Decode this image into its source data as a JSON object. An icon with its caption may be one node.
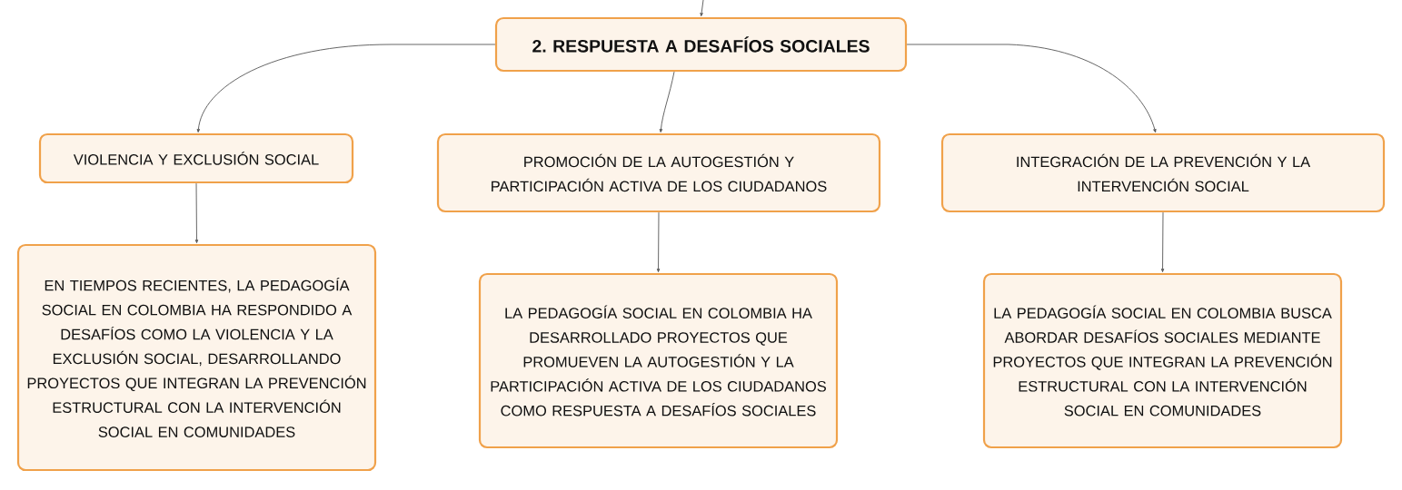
{
  "diagram": {
    "nodes": [
      {
        "text": [
          "2. RESPUESTA A DESAFÍOS SOCIALES"
        ]
      },
      {
        "text": [
          "VIOLENCIA Y EXCLUSIÓN SOCIAL"
        ]
      },
      {
        "text": [
          "PROMOCIÓN DE LA AUTOGESTIÓN Y PARTICIPACIÓN ACTIVA DE LOS CIUDADANOS"
        ]
      },
      {
        "text": [
          "INTEGRACIÓN DE LA PREVENCIÓN Y LA INTERVENCIÓN SOCIAL"
        ]
      },
      {
        "text": [
          "EN TIEMPOS RECIENTES, LA PEDAGOGÍA SOCIAL EN COLOMBIA HA RESPONDIDO A DESAFÍOS COMO LA VIOLENCIA Y LA EXCLUSIÓN SOCIAL, DESARROLLANDO PROYECTOS QUE INTEGRAN LA PREVENCIÓN ESTRUCTURAL CON LA INTERVENCIÓN SOCIAL EN COMUNIDADES"
        ]
      },
      {
        "text": [
          "LA PEDAGOGÍA SOCIAL EN COLOMBIA HA DESARROLLADO PROYECTOS QUE PROMUEVEN LA AUTOGESTIÓN Y LA PARTICIPACIÓN ACTIVA DE LOS CIUDADANOS COMO RESPUESTA A DESAFÍOS SOCIALES"
        ]
      },
      {
        "text": [
          "LA PEDAGOGÍA SOCIAL EN COLOMBIA BUSCA ABORDAR DESAFÍOS SOCIALES MEDIANTE PROYECTOS QUE INTEGRAN LA PREVENCIÓN ESTRUCTURAL CON LA INTERVENCIÓN SOCIAL EN COMUNIDADES"
        ]
      }
    ],
    "edges": [
      {
        "from": null,
        "to": 0,
        "arrow": "to"
      },
      {
        "from": 0,
        "to": 1,
        "arrow": "to"
      },
      {
        "from": 0,
        "to": 2,
        "arrow": "to"
      },
      {
        "from": 0,
        "to": 3,
        "arrow": "to"
      },
      {
        "from": 1,
        "to": 4,
        "arrow": "to"
      },
      {
        "from": 2,
        "to": 5,
        "arrow": "to"
      },
      {
        "from": 3,
        "to": 6,
        "arrow": "to"
      }
    ]
  }
}
